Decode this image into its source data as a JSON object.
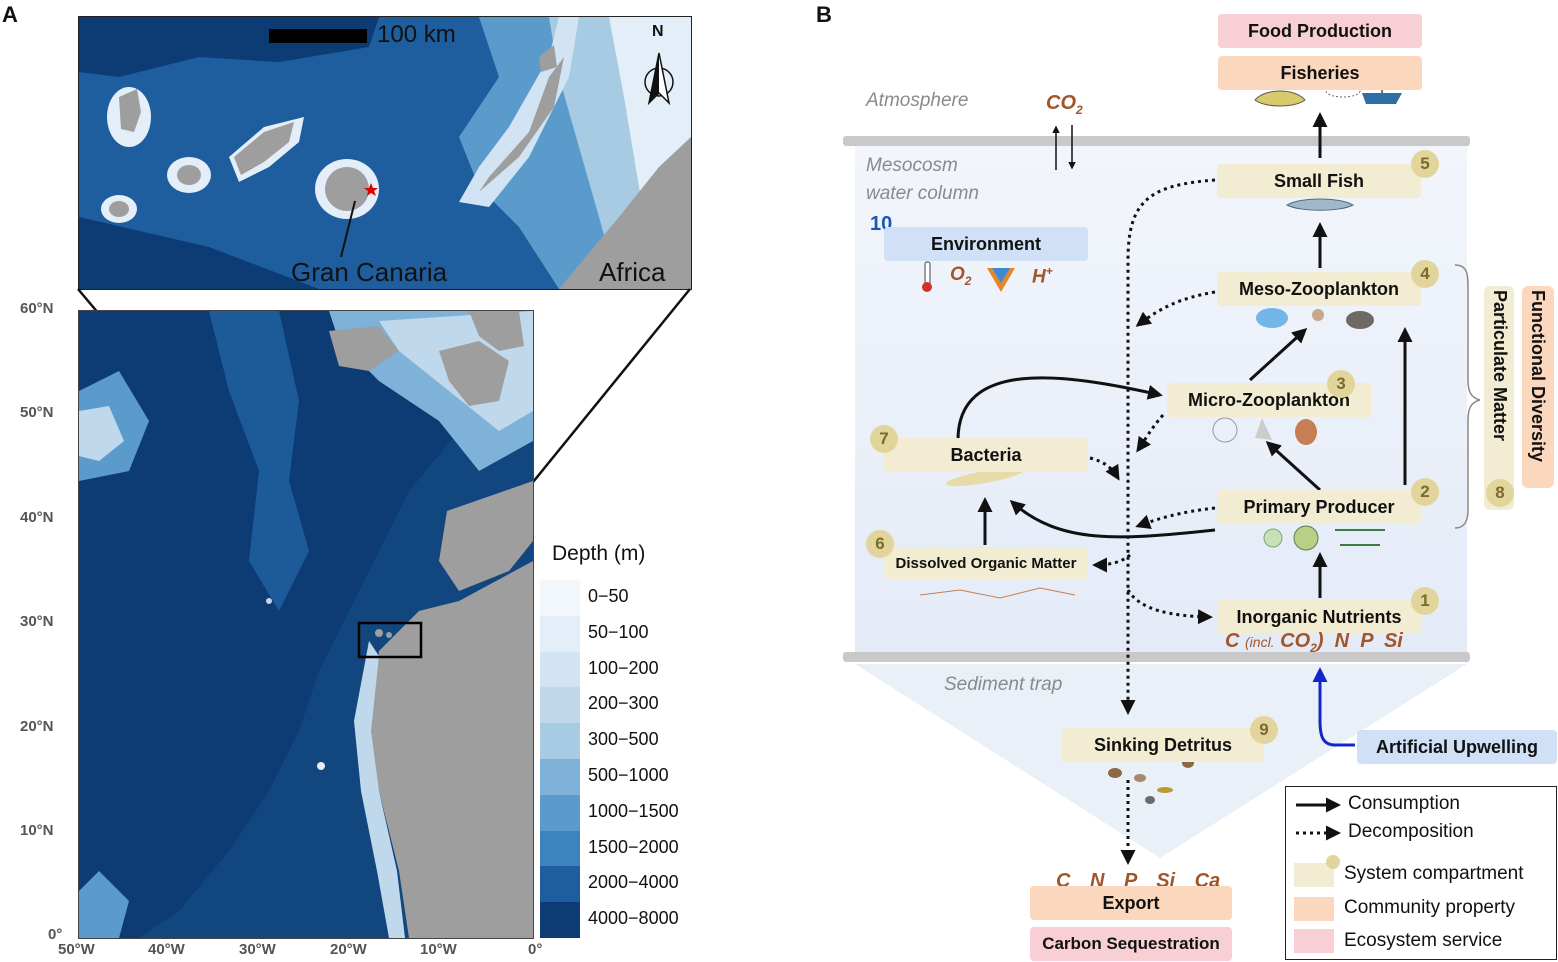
{
  "panel_a": {
    "letter": "A",
    "inset": {
      "scale_label": "100 km",
      "north": "N",
      "label_island": "Gran Canaria",
      "label_continent": "Africa"
    },
    "lat_ticks": [
      "60°N",
      "50°N",
      "40°N",
      "30°N",
      "20°N",
      "10°N",
      "0°"
    ],
    "lon_ticks": [
      "50°W",
      "40°W",
      "30°W",
      "20°W",
      "10°W",
      "0°"
    ],
    "legend": {
      "title": "Depth (m)",
      "items": [
        {
          "label": "0−50",
          "color": "#f2f7fc"
        },
        {
          "label": "50−100",
          "color": "#e3eef8"
        },
        {
          "label": "100−200",
          "color": "#d2e3f3"
        },
        {
          "label": "200−300",
          "color": "#c0d8ec"
        },
        {
          "label": "300−500",
          "color": "#a6cbe3"
        },
        {
          "label": "500−1000",
          "color": "#7fb2d8"
        },
        {
          "label": "1000−1500",
          "color": "#5b9bcb"
        },
        {
          "label": "1500−2000",
          "color": "#3c84be"
        },
        {
          "label": "2000−4000",
          "color": "#1e5e9e"
        },
        {
          "label": "4000−8000",
          "color": "#0d3b73"
        }
      ]
    },
    "colors": {
      "land": "#9e9e9e",
      "deep": "#0d3b73",
      "mid": "#1e5e9e"
    }
  },
  "panel_b": {
    "letter": "B",
    "top_services": {
      "food": "Food Production",
      "fisheries": "Fisheries"
    },
    "zones": {
      "atmosphere": "Atmosphere",
      "water_column_line1": "Mesocosm",
      "water_column_line2": "water column",
      "sediment": "Sediment trap"
    },
    "co2": {
      "base": "CO",
      "sub": "2"
    },
    "environment": {
      "num": "10",
      "label": "Environment",
      "o2_base": "O",
      "o2_sub": "2",
      "h_base": "H",
      "h_sup": "+"
    },
    "compartments": {
      "small_fish": {
        "label": "Small Fish",
        "num": "5"
      },
      "meso": {
        "label": "Meso-Zooplankton",
        "num": "4"
      },
      "micro": {
        "label": "Micro-Zooplankton",
        "num": "3"
      },
      "bacteria": {
        "label": "Bacteria",
        "num": "7"
      },
      "primary": {
        "label": "Primary Producer",
        "num": "2"
      },
      "dom": {
        "label": "Dissolved Organic Matter",
        "num": "6"
      },
      "nutrients": {
        "label": "Inorganic Nutrients",
        "num": "1"
      },
      "detritus": {
        "label": "Sinking Detritus",
        "num": "9"
      }
    },
    "nutrients_elements": {
      "c": "C",
      "incl": "(incl.",
      "co": "CO",
      "co_sub": "2",
      "close": ")",
      "n": "N",
      "p": "P",
      "si": "Si"
    },
    "side": {
      "particulate": "Particulate Matter",
      "particulate_num": "8",
      "functional": "Functional Diversity"
    },
    "upwelling": "Artificial Upwelling",
    "export_elements": [
      "C",
      "N",
      "P",
      "Si",
      "Ca"
    ],
    "export": "Export",
    "carbon": "Carbon Sequestration",
    "legend": {
      "consumption": "Consumption",
      "decomposition": "Decomposition",
      "system": "System compartment",
      "community": "Community property",
      "service": "Ecosystem service"
    },
    "colors": {
      "compartment": "#f2ecd2",
      "community": "#fbd7bd",
      "service": "#f9cfd6",
      "environment": "#cfe0f7",
      "upwelling_arrow": "#1326c9"
    }
  }
}
